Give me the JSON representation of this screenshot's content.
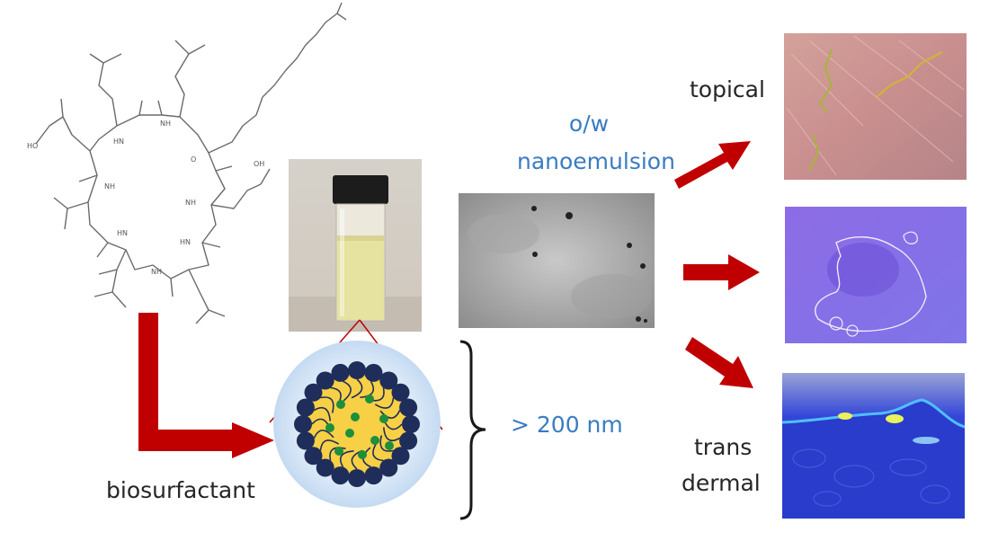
{
  "labels": {
    "topical": "topical",
    "nanoemulsion_line1": "o/w",
    "nanoemulsion_line2": "nanoemulsion",
    "size": "> 200 nm",
    "biosurfactant": "biosurfactant",
    "transdermal_line1": "trans",
    "transdermal_line2": "dermal"
  },
  "colors": {
    "arrow": "#c00000",
    "accent_text": "#3a7cc2",
    "text": "#262626",
    "droplet_shell": "#1f2d5a",
    "droplet_core": "#f7d046",
    "droplet_dot": "#1e8f3a",
    "vial_liquid": "#e6e2a0",
    "vial_cap": "#1c1c1c"
  },
  "icons": {
    "molecule": "cyclic-lipopeptide-structure",
    "vial": "glass-vial-photo",
    "tem": "tem-micrograph",
    "droplet": "micelle-droplet",
    "skin1": "skin-surface-micrograph",
    "skin2": "fluorescence-skin-micrograph",
    "skin3": "skin-cross-section-micrograph"
  }
}
